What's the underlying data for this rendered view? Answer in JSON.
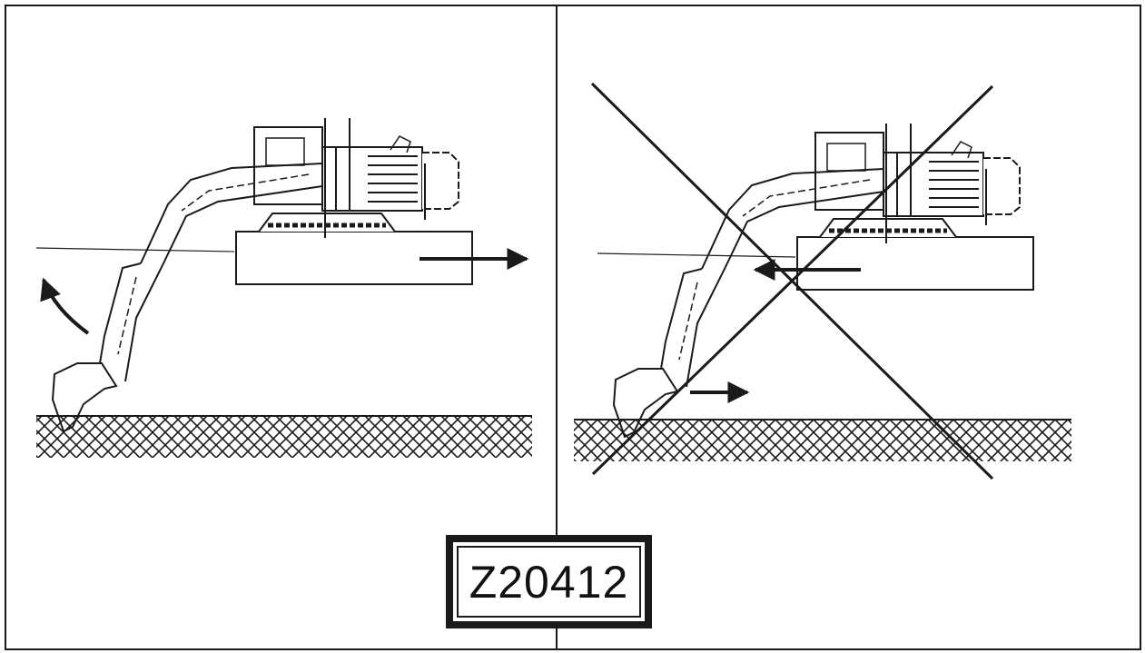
{
  "figure": {
    "code": "Z20412",
    "colors": {
      "line": "#1a1a1a",
      "background": "#ffffff"
    },
    "panels": [
      {
        "role": "correct",
        "description_marks": [
          "excavator",
          "boom-lift-arrow",
          "travel-arrow-right",
          "ground-hatch"
        ]
      },
      {
        "role": "incorrect",
        "description_marks": [
          "excavator",
          "pull-arrow-left",
          "bucket-arrow-right",
          "ground-hatch",
          "cross-out"
        ]
      }
    ]
  }
}
